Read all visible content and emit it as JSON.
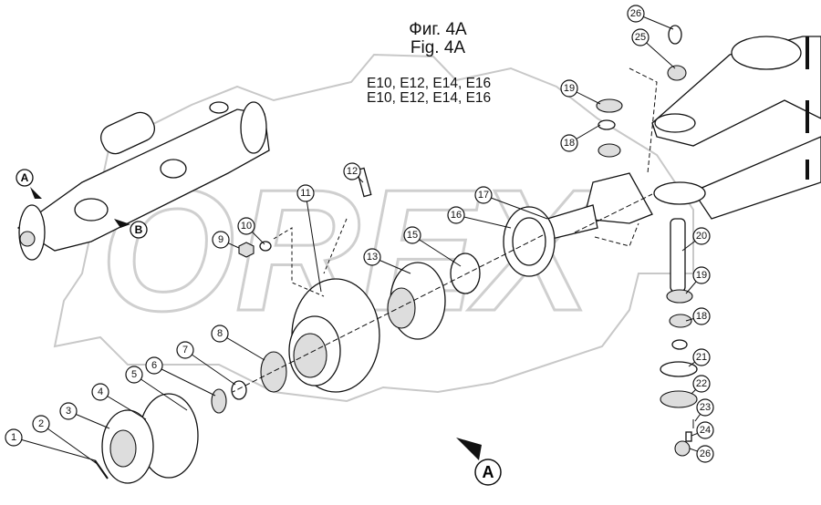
{
  "header": {
    "title_ru": "Фиг. 4A",
    "title_en": "Fig. 4A",
    "models_line1": "E10, E12, E14, E16",
    "models_line2": "E10, E12, E14, E16"
  },
  "watermark": {
    "text": "OREX",
    "color": "#c8c8c8"
  },
  "callouts": [
    "26",
    "25",
    "19",
    "18",
    "12",
    "11",
    "17",
    "16",
    "15",
    "13",
    "10",
    "9",
    "20",
    "19",
    "18",
    "21",
    "22",
    "23",
    "24",
    "26",
    "8",
    "7",
    "6",
    "5",
    "4",
    "3",
    "2",
    "1"
  ],
  "view_markers": {
    "a_top": "A",
    "b": "B",
    "a_bottom": "A"
  }
}
